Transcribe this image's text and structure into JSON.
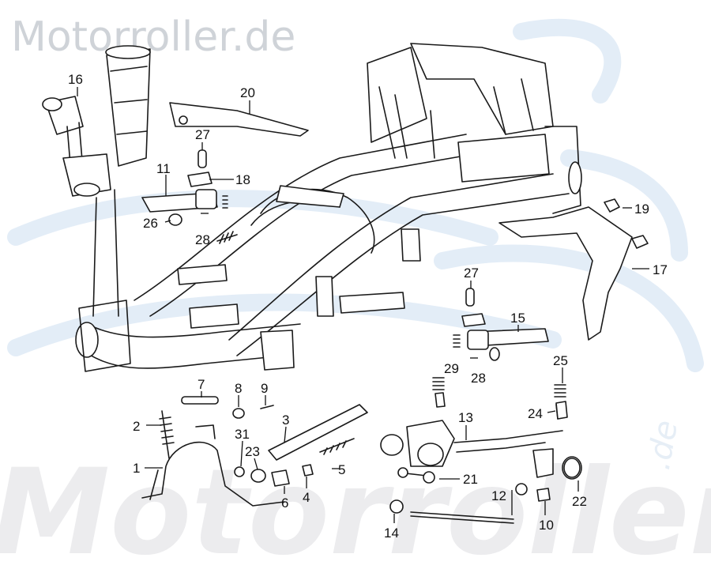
{
  "watermarks": {
    "top_text": "Motorroller.de",
    "bottom_text": "Motorroller",
    "right_text": ".de"
  },
  "colors": {
    "line": "#1a1a1a",
    "watermark_grey": "#cfd3d8",
    "watermark_blue": "#e3edf7"
  },
  "callouts": [
    {
      "id": "16",
      "label": "16"
    },
    {
      "id": "20",
      "label": "20"
    },
    {
      "id": "27a",
      "label": "27"
    },
    {
      "id": "11",
      "label": "11"
    },
    {
      "id": "18",
      "label": "18"
    },
    {
      "id": "26",
      "label": "26"
    },
    {
      "id": "28a",
      "label": "28"
    },
    {
      "id": "19",
      "label": "19"
    },
    {
      "id": "17",
      "label": "17"
    },
    {
      "id": "27b",
      "label": "27"
    },
    {
      "id": "15",
      "label": "15"
    },
    {
      "id": "29",
      "label": "29"
    },
    {
      "id": "28b",
      "label": "28"
    },
    {
      "id": "25",
      "label": "25"
    },
    {
      "id": "7",
      "label": "7"
    },
    {
      "id": "8",
      "label": "8"
    },
    {
      "id": "9",
      "label": "9"
    },
    {
      "id": "2",
      "label": "2"
    },
    {
      "id": "3",
      "label": "3"
    },
    {
      "id": "13",
      "label": "13"
    },
    {
      "id": "24",
      "label": "24"
    },
    {
      "id": "31",
      "label": "31"
    },
    {
      "id": "23",
      "label": "23"
    },
    {
      "id": "1",
      "label": "1"
    },
    {
      "id": "5",
      "label": "5"
    },
    {
      "id": "21",
      "label": "21"
    },
    {
      "id": "4",
      "label": "4"
    },
    {
      "id": "6",
      "label": "6"
    },
    {
      "id": "12",
      "label": "12"
    },
    {
      "id": "22",
      "label": "22"
    },
    {
      "id": "10",
      "label": "10"
    },
    {
      "id": "14",
      "label": "14"
    }
  ]
}
